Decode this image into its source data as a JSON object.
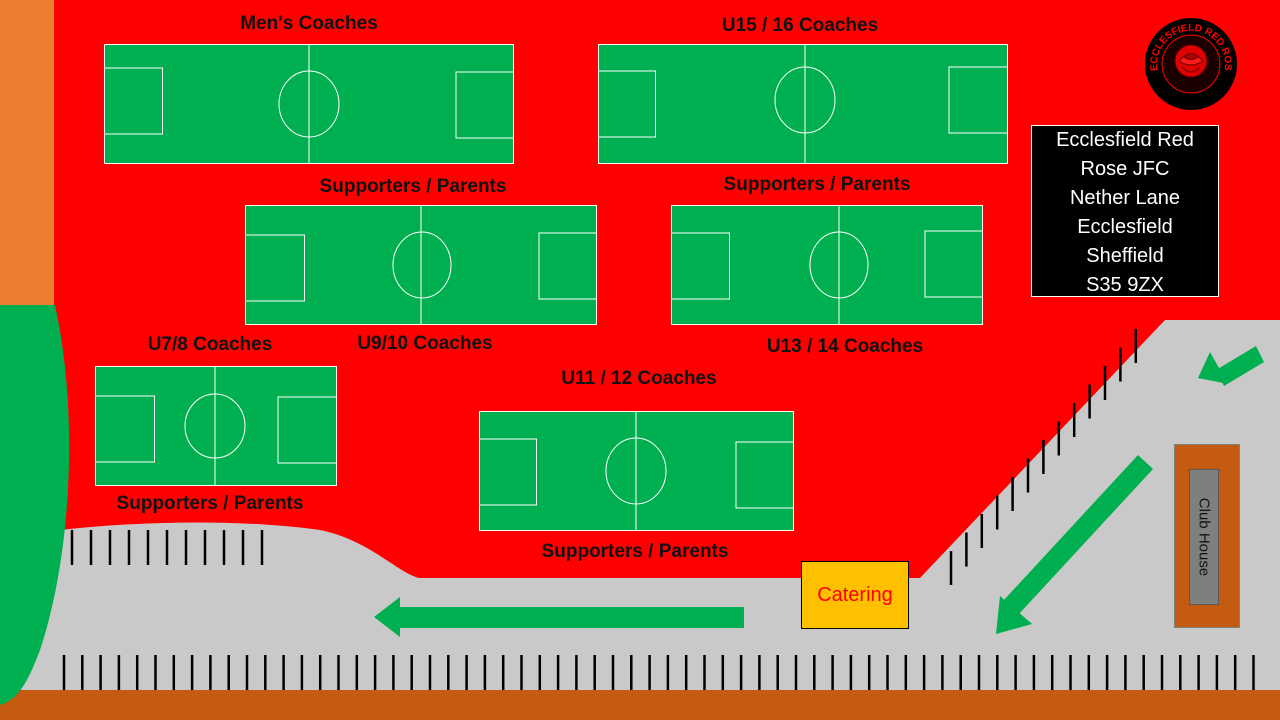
{
  "colors": {
    "ground": "#ff0000",
    "pitch": "#00b050",
    "path": "#c9c9c9",
    "arrow": "#00b050",
    "catering_bg": "#ffc000",
    "catering_text": "#ff0000",
    "clubhouse": "#c55a11",
    "orange_strip": "#ed7d31",
    "soil": "#c55a11"
  },
  "pitch_labels": {
    "mens": "Men's Coaches",
    "u15_16": "U15 / 16 Coaches",
    "supporters_1": "Supporters / Parents",
    "supporters_2": "Supporters / Parents",
    "u7_8": "U7/8 Coaches",
    "u9_10": "U9/10 Coaches",
    "u13_14": "U13 / 14 Coaches",
    "u11_12": "U11 / 12 Coaches",
    "supporters_3": "Supporters / Parents",
    "supporters_4": "Supporters / Parents"
  },
  "address": {
    "lines": [
      "Ecclesfield Red",
      "Rose JFC",
      "Nether Lane",
      "Ecclesfield",
      "Sheffield",
      "S35 9ZX"
    ]
  },
  "catering": "Catering",
  "club_house": "Club House",
  "logo": {
    "text": "ECCLESFIELD RED ROSE J.F.C",
    "icon": "rose-icon"
  }
}
